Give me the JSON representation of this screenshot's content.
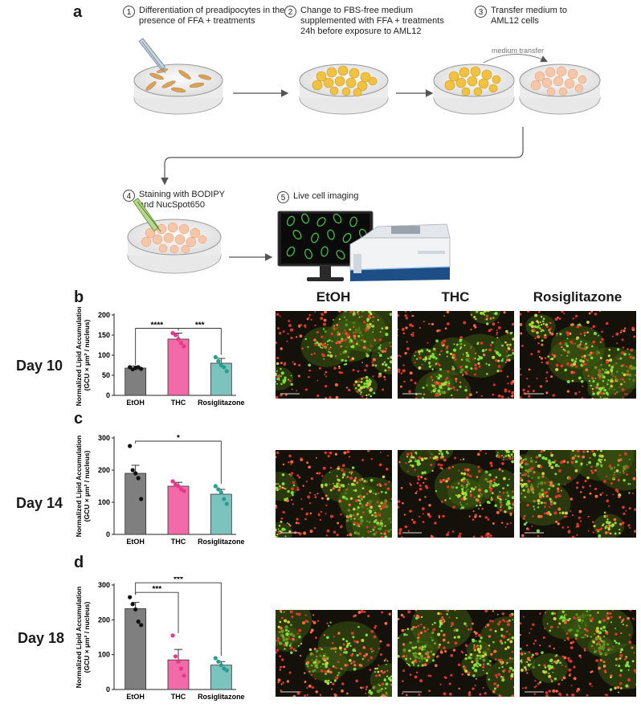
{
  "panel_a": {
    "letter": "a",
    "steps": [
      {
        "num": "1",
        "text": "Differentiation of preadipocytes in the presence of FFA + treatments"
      },
      {
        "num": "2",
        "text": "Change to FBS-free medium supplemented with FFA + treatments 24h before exposure to AML12"
      },
      {
        "num": "3",
        "text": "Transfer medium to AML12 cells"
      },
      {
        "num": "4",
        "text": "Staining with BODIPY and NucSpot650"
      },
      {
        "num": "5",
        "text": "Live cell imaging"
      }
    ],
    "transfer_label": "medium transfer"
  },
  "column_headers": [
    "EtOH",
    "THC",
    "Rosiglitazone"
  ],
  "ylabel_line1": "Normalized Lipid Accumulation",
  "ylabel_line2": "(GCU × µm² / nucleus)",
  "colors": {
    "etoh": "#7f7f7f",
    "thc": "#f26ba7",
    "rosi": "#7cc2bd",
    "stroke": "#333333"
  },
  "chart_data": [
    {
      "panel": "b",
      "day": "Day 10",
      "type": "bar",
      "categories": [
        "EtOH",
        "THC",
        "Rosiglitazone"
      ],
      "values": [
        68,
        140,
        80
      ],
      "errors": [
        5,
        15,
        12
      ],
      "points": [
        [
          70,
          65,
          68,
          70,
          66
        ],
        [
          155,
          150,
          140,
          130,
          122
        ],
        [
          95,
          85,
          75,
          70,
          60
        ]
      ],
      "yticks": [
        0,
        50,
        100,
        150,
        200
      ],
      "ylim": [
        0,
        200
      ],
      "significance": [
        {
          "from": 0,
          "to": 1,
          "label": "****"
        },
        {
          "from": 1,
          "to": 2,
          "label": "***"
        }
      ]
    },
    {
      "panel": "c",
      "day": "Day 14",
      "type": "bar",
      "categories": [
        "EtOH",
        "THC",
        "Rosiglitazone"
      ],
      "values": [
        190,
        150,
        125
      ],
      "errors": [
        25,
        12,
        15
      ],
      "points": [
        [
          275,
          200,
          190,
          175,
          110
        ],
        [
          165,
          155,
          150,
          140,
          135
        ],
        [
          150,
          140,
          130,
          110,
          95
        ]
      ],
      "yticks": [
        0,
        100,
        200,
        300
      ],
      "ylim": [
        0,
        300
      ],
      "significance": [
        {
          "from": 0,
          "to": 2,
          "label": "*"
        }
      ]
    },
    {
      "panel": "d",
      "day": "Day 18",
      "type": "bar",
      "categories": [
        "EtOH",
        "THC",
        "Rosiglitazone"
      ],
      "values": [
        232,
        85,
        70
      ],
      "errors": [
        18,
        30,
        10
      ],
      "points": [
        [
          265,
          245,
          230,
          195,
          185
        ],
        [
          155,
          95,
          80,
          60,
          40
        ],
        [
          90,
          80,
          70,
          60,
          55
        ]
      ],
      "yticks": [
        0,
        100,
        200,
        300
      ],
      "ylim": [
        0,
        300
      ],
      "significance": [
        {
          "from": 0,
          "to": 1,
          "label": "***"
        },
        {
          "from": 0,
          "to": 2,
          "label": "***"
        }
      ]
    }
  ]
}
